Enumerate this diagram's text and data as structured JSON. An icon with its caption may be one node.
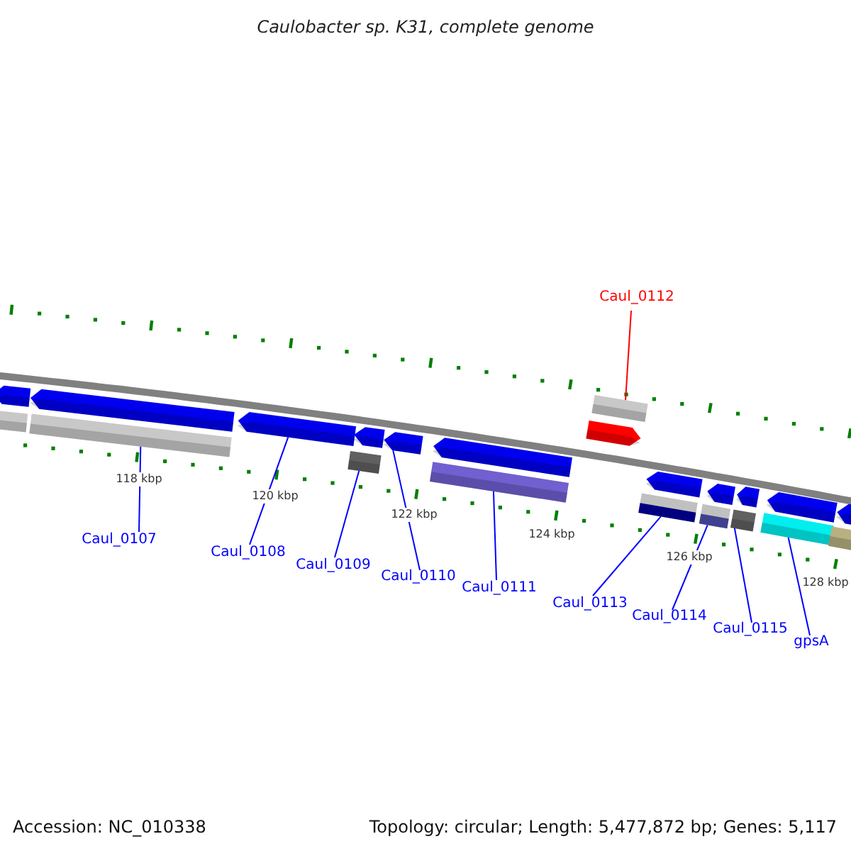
{
  "diagram": {
    "title": "Caulobacter sp. K31, complete genome",
    "nodes": [
      {
        "text": [
          "Caul_0107"
        ]
      },
      {
        "text": [
          "Caul_0108"
        ]
      },
      {
        "text": [
          "Caul_0109"
        ]
      },
      {
        "text": [
          "Caul_0110"
        ]
      },
      {
        "text": [
          "Caul_0111"
        ]
      },
      {
        "text": [
          "Caul_0112"
        ]
      },
      {
        "text": [
          "Caul_0113"
        ]
      },
      {
        "text": [
          "Caul_0114"
        ]
      },
      {
        "text": [
          "Caul_0115"
        ]
      },
      {
        "text": [
          "gpsA"
        ]
      },
      {
        "text": [],
        "shape": "arrow"
      },
      {
        "text": [],
        "shape": "bar"
      },
      {
        "text": [],
        "shape": "bar"
      },
      {
        "text": [],
        "shape": "arrow"
      },
      {
        "text": [],
        "shape": "arrow"
      },
      {
        "text": [],
        "shape": "box"
      },
      {
        "text": [],
        "shape": "arrow"
      },
      {
        "text": [],
        "shape": "arrow"
      },
      {
        "text": [],
        "shape": "bar"
      },
      {
        "text": [],
        "shape": "arrow"
      },
      {
        "text": [],
        "shape": "arrow"
      },
      {
        "text": [],
        "shape": "bar"
      },
      {
        "text": [],
        "shape": "bar"
      },
      {
        "text": [],
        "shape": "arrow"
      },
      {
        "text": [],
        "shape": "bar"
      },
      {
        "text": [],
        "shape": "arrow"
      },
      {
        "text": [],
        "shape": "box"
      },
      {
        "text": [],
        "shape": "arrow"
      },
      {
        "text": [],
        "shape": "bar"
      },
      {
        "text": [],
        "shape": "arrow"
      },
      {
        "text": [],
        "shape": "bar"
      },
      {
        "text": [],
        "shape": "arrow"
      }
    ],
    "edges": [
      {
        "from": 0,
        "to": 12,
        "arrow": "none"
      },
      {
        "from": 1,
        "to": 14,
        "arrow": "none"
      },
      {
        "from": 2,
        "to": 15,
        "arrow": "none"
      },
      {
        "from": 3,
        "to": 17,
        "arrow": "none"
      },
      {
        "from": 4,
        "to": 18,
        "arrow": "none"
      },
      {
        "from": 5,
        "to": 21,
        "arrow": "none",
        "color": "#ff0000"
      },
      {
        "from": 6,
        "to": 22,
        "arrow": "none"
      },
      {
        "from": 7,
        "to": 24,
        "arrow": "none"
      },
      {
        "from": 8,
        "to": 26,
        "arrow": "none"
      },
      {
        "from": 9,
        "to": 28,
        "arrow": "none"
      }
    ],
    "labels": [
      "118 kbp",
      "120 kbp",
      "122 kbp",
      "124 kbp",
      "126 kbp",
      "128 kbp",
      "Accession: NC_010338",
      "Topology: circular; Length: 5,477,872 bp; Genes: 5,117"
    ]
  }
}
